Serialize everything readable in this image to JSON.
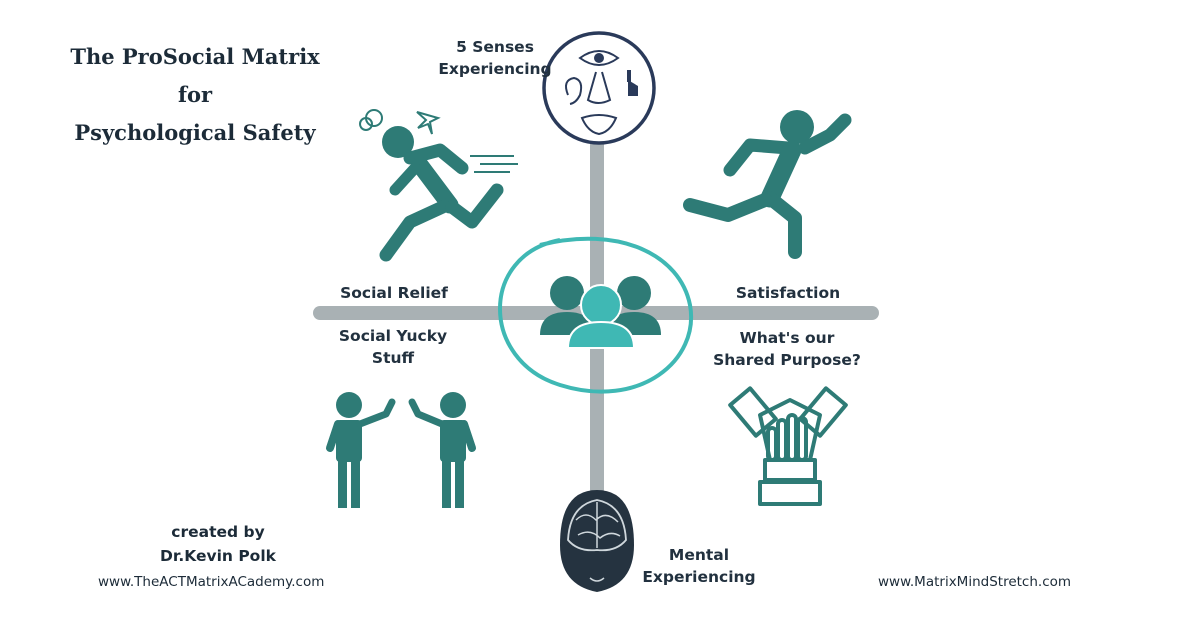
{
  "title": {
    "line1": "The ProSocial Matrix",
    "line2": "for",
    "line3": "Psychological Safety"
  },
  "labels": {
    "senses_line1": "5 Senses",
    "senses_line2": "Experiencing",
    "mental_line1": "Mental",
    "mental_line2": "Experiencing",
    "social_relief": "Social Relief",
    "satisfaction": "Satisfaction",
    "yucky_line1": "Social Yucky",
    "yucky_line2": "Stuff",
    "purpose_line1": "What's our",
    "purpose_line2": "Shared Purpose?"
  },
  "credits": {
    "created_by": "created by",
    "author": "Dr.Kevin Polk",
    "url_left": "www.TheACTMatrixACademy.com",
    "url_right": "www.MatrixMindStretch.com"
  },
  "colors": {
    "teal_dark": "#2e7b76",
    "teal_light": "#3fb8b4",
    "navy": "#2a3a5a",
    "axis_gray": "#a9b1b4",
    "text_dark": "#1c2b38"
  },
  "icons": {
    "senses": "senses-icon",
    "running_away": "running-away-icon",
    "running_toward": "running-toward-icon",
    "group": "group-icon",
    "arguing": "arguing-people-icon",
    "hands": "stacked-hands-icon",
    "head": "brain-head-icon"
  }
}
